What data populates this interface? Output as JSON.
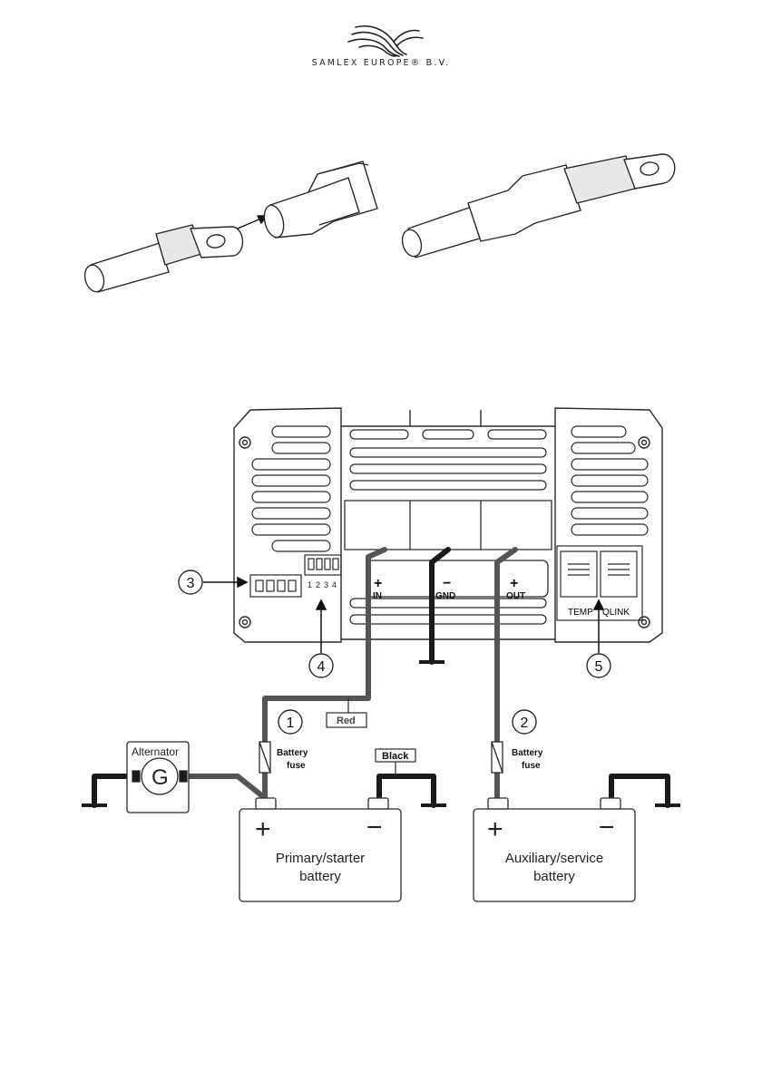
{
  "header": {
    "logo_icon": "swan-wing-logo-icon",
    "company_name": "SAMLEX EUROPE® B.V."
  },
  "device": {
    "terminals": [
      {
        "sign": "+",
        "label": "IN"
      },
      {
        "sign": "−",
        "label": "GND"
      },
      {
        "sign": "+",
        "label": "OUT"
      }
    ],
    "dip_numbers": [
      "1",
      "2",
      "3",
      "4"
    ],
    "port_labels": {
      "temp": "TEMP",
      "qlink": "QLINK"
    }
  },
  "callouts": [
    "1",
    "2",
    "3",
    "4",
    "5"
  ],
  "wiring": {
    "red_tag": "Red",
    "black_tag": "Black",
    "fuse_label_line1": "Battery",
    "fuse_label_line2": "fuse",
    "alternator_label": "Alternator",
    "generator_symbol": "G"
  },
  "batteries": [
    {
      "plus": "+",
      "minus": "−",
      "line1": "Primary/starter",
      "line2": "battery"
    },
    {
      "plus": "+",
      "minus": "−",
      "line1": "Auxiliary/service",
      "line2": "battery"
    }
  ],
  "colors": {
    "line": "#2a2a2a",
    "cable": "#555555",
    "cable_dark": "#1a1a1a"
  }
}
